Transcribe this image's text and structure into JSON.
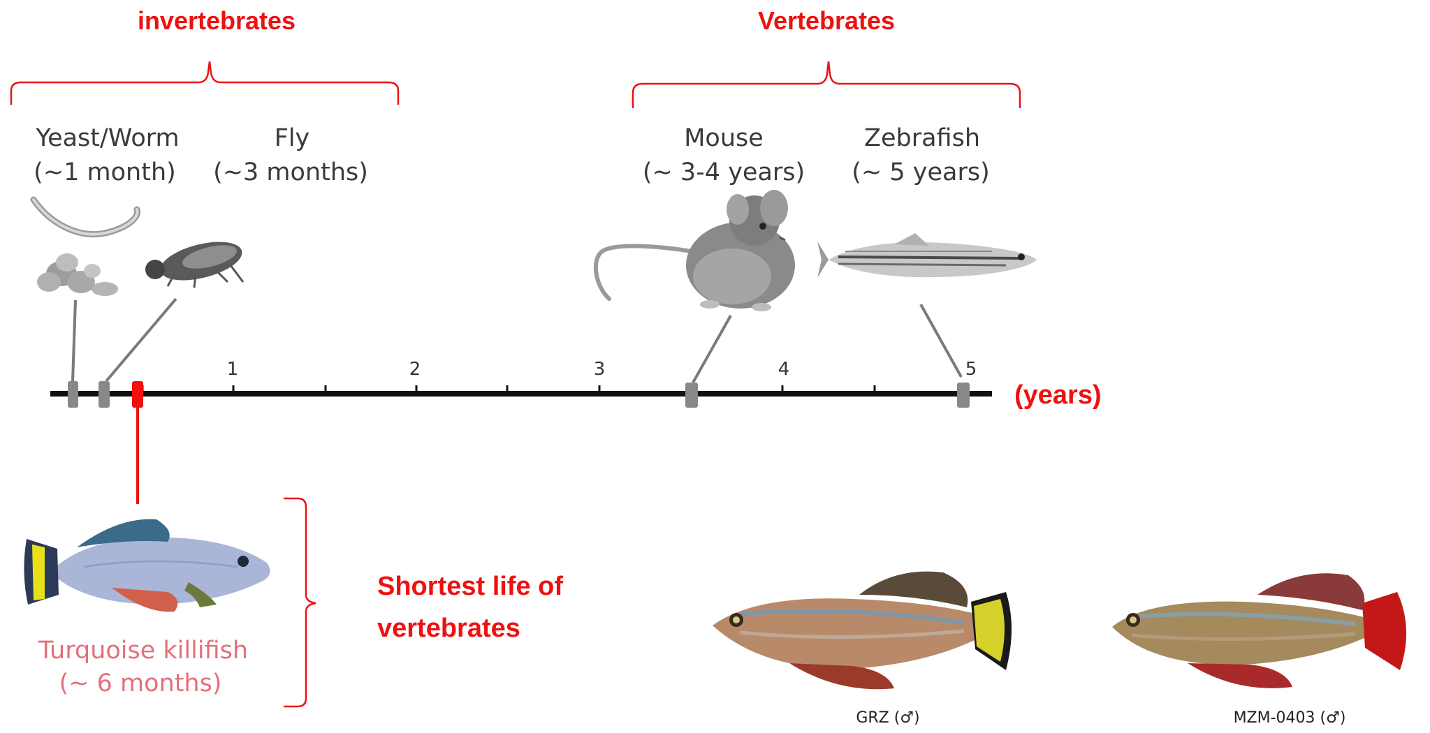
{
  "groups": {
    "invertebrates": "invertebrates",
    "vertebrates": "Vertebrates"
  },
  "axis": {
    "ticks": [
      "1",
      "2",
      "3",
      "4",
      "5"
    ],
    "unit": "(years)"
  },
  "organisms": {
    "yeast_worm": {
      "name": "Yeast/Worm",
      "lifespan": "(~1 month)",
      "icon": "worm-yeast-icon"
    },
    "fly": {
      "name": "Fly",
      "lifespan": "(~3 months)",
      "icon": "fly-icon"
    },
    "mouse": {
      "name": "Mouse",
      "lifespan": "(~ 3-4 years)",
      "icon": "mouse-icon"
    },
    "zebrafish": {
      "name": "Zebrafish",
      "lifespan": "(~ 5 years)",
      "icon": "zebrafish-icon"
    },
    "killifish": {
      "name": "Turquoise killifish",
      "lifespan": "(~ 6 months)",
      "icon": "killifish-icon"
    }
  },
  "note": {
    "line1": "Shortest life of",
    "line2": "vertebrates"
  },
  "strains": {
    "grz": "GRZ (♂)",
    "mzm": "MZM-0403 (♂)"
  },
  "colors": {
    "accent": "#ee1111",
    "axis": "#111111",
    "marker": "#888888"
  }
}
